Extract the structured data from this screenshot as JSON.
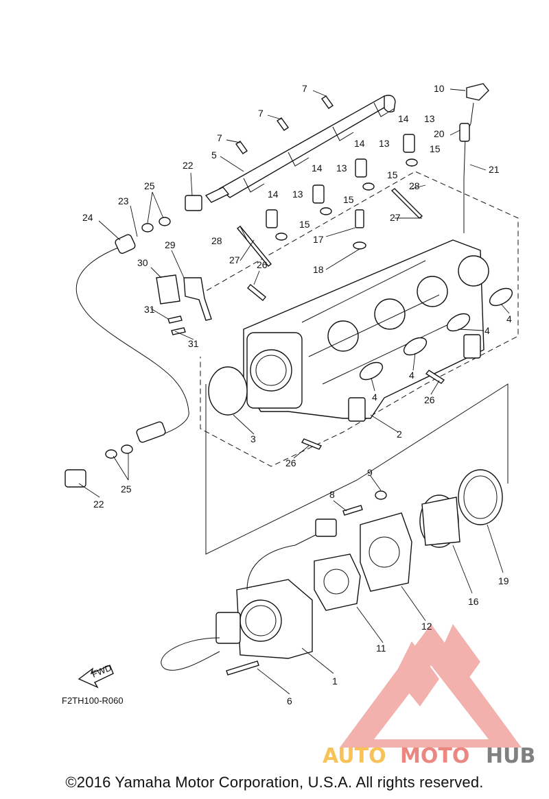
{
  "diagram": {
    "drawing_code": "F2TH100-R060",
    "fwd_label": "FWD",
    "copyright": "©2016 Yamaha Motor Corporation, U.S.A. All rights reserved.",
    "watermark": {
      "part1": "AUTO",
      "part2": "MOTO",
      "part3": "HUB",
      "color1": "#f6b93b",
      "color2": "#e8726a",
      "color3": "#6b6b6b"
    },
    "callouts": {
      "c1": "1",
      "c2": "2",
      "c3": "3",
      "c4a": "4",
      "c4b": "4",
      "c4c": "4",
      "c4d": "4",
      "c5": "5",
      "c6": "6",
      "c7a": "7",
      "c7b": "7",
      "c7c": "7",
      "c8": "8",
      "c9": "9",
      "c10": "10",
      "c11": "11",
      "c12": "12",
      "c13a": "13",
      "c13b": "13",
      "c13c": "13",
      "c13d": "13",
      "c14a": "14",
      "c14b": "14",
      "c14c": "14",
      "c14d": "14",
      "c15a": "15",
      "c15b": "15",
      "c15c": "15",
      "c15d": "15",
      "c16": "16",
      "c17": "17",
      "c18": "18",
      "c19": "19",
      "c20": "20",
      "c21": "21",
      "c22a": "22",
      "c22b": "22",
      "c23": "23",
      "c24": "24",
      "c25a": "25",
      "c25b": "25",
      "c26a": "26",
      "c26b": "26",
      "c26c": "26",
      "c27a": "27",
      "c27b": "27",
      "c28a": "28",
      "c28b": "28",
      "c29": "29",
      "c30": "30",
      "c31a": "31",
      "c31b": "31"
    }
  }
}
